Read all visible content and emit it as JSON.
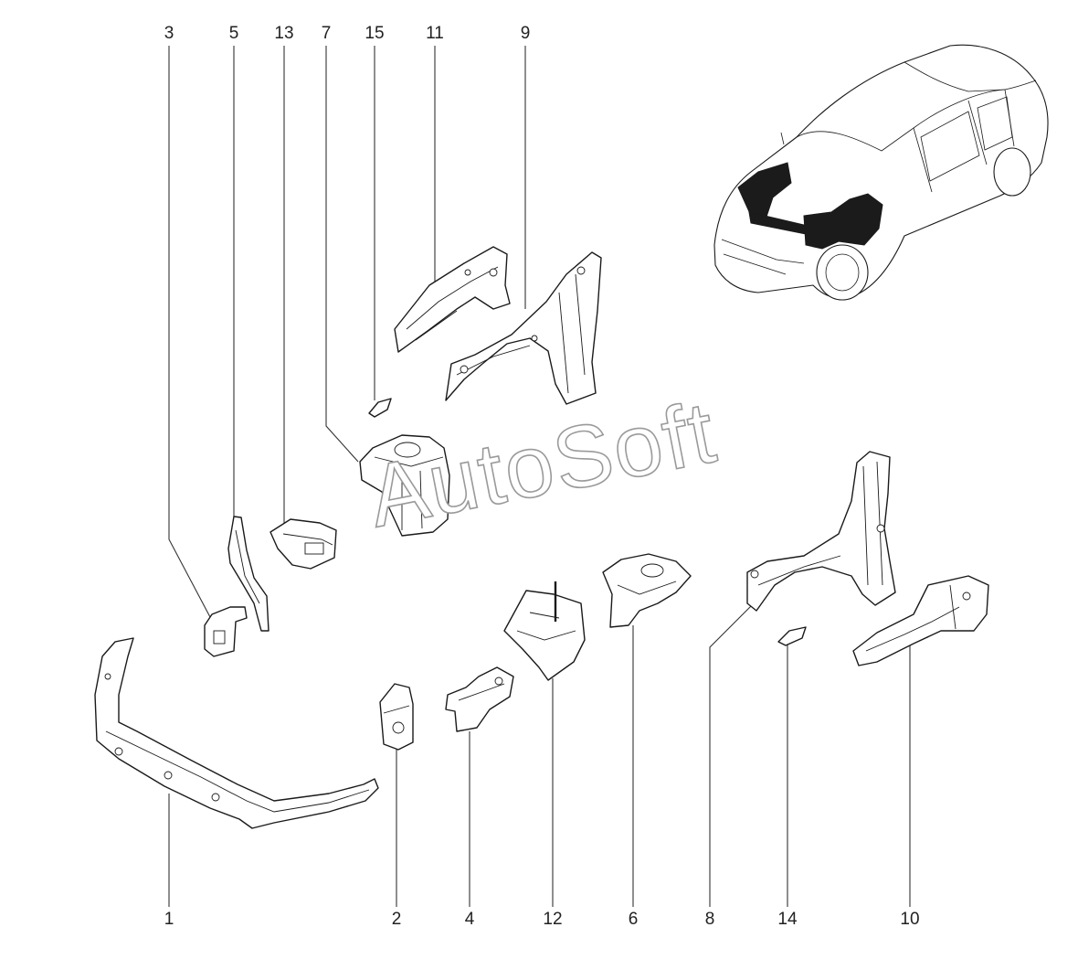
{
  "watermark": "AutoSoft",
  "callouts": {
    "top": [
      "3",
      "5",
      "13",
      "7",
      "15",
      "11",
      "9"
    ],
    "bottom": [
      "1",
      "2",
      "4",
      "12",
      "6",
      "8",
      "14",
      "10"
    ]
  }
}
